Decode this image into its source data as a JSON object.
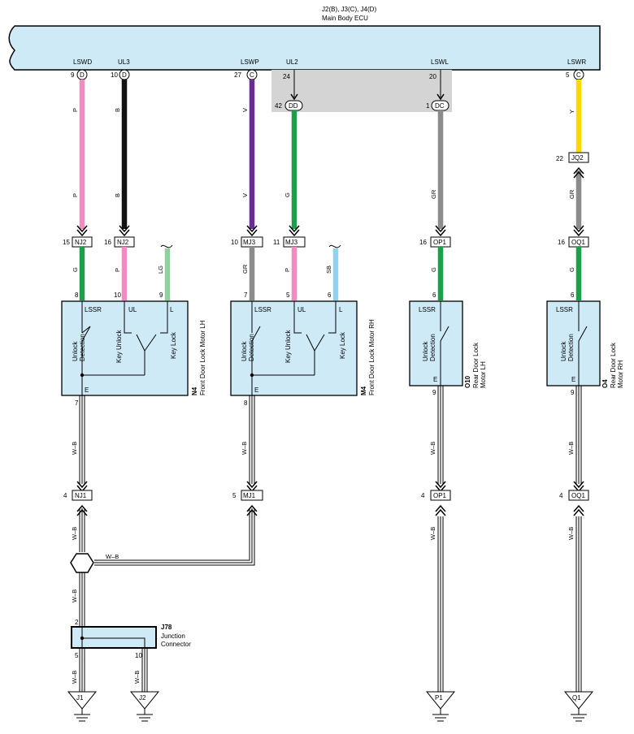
{
  "ecu": {
    "title_line1": "J2(B), J3(C), J4(D)",
    "title_line2": "Main Body ECU",
    "terminals": [
      {
        "name": "LSWD",
        "pin": "9",
        "conn": "D"
      },
      {
        "name": "UL3",
        "pin": "10",
        "conn": "D"
      },
      {
        "name": "LSWP",
        "pin": "27",
        "conn": "C"
      },
      {
        "name": "UL2",
        "pin": "24",
        "conn": ""
      },
      {
        "name": "LSWL",
        "pin": "20",
        "conn": ""
      },
      {
        "name": "LSWR",
        "pin": "5",
        "conn": "C"
      }
    ],
    "inner_connectors": [
      {
        "pin": "42",
        "conn": "DD"
      },
      {
        "pin": "1",
        "conn": "DC"
      }
    ]
  },
  "wire_colors": {
    "P": "#f08cc0",
    "B": "#111111",
    "V": "#6a2c91",
    "G": "#1aa04a",
    "GR": "#8c8c8c",
    "Y": "#ffd800",
    "LG": "#8fd19e",
    "SB": "#8fd3f0",
    "WB": "#000000"
  },
  "wire_labels": {
    "p": "P",
    "b": "B",
    "v": "V",
    "g": "G",
    "gr": "GR",
    "y": "Y",
    "lg": "LG",
    "sb": "SB",
    "wb": "W–B"
  },
  "jq2": {
    "pin": "22",
    "conn": "JQ2"
  },
  "upper_connectors": [
    {
      "pin": "15",
      "conn": "NJ2"
    },
    {
      "pin": "16",
      "conn": "NJ2"
    },
    {
      "pin": "10",
      "conn": "MJ3"
    },
    {
      "pin": "11",
      "conn": "MJ3"
    },
    {
      "pin": "16",
      "conn": "OP1"
    },
    {
      "pin": "16",
      "conn": "OQ1"
    }
  ],
  "motors": [
    {
      "id": "N4",
      "name": "Front Door Lock Motor LH",
      "pins": [
        "8",
        "10",
        "9",
        "7"
      ]
    },
    {
      "id": "M4",
      "name": "Front Door Lock Motor RH",
      "pins": [
        "7",
        "5",
        "6",
        "8"
      ]
    },
    {
      "id": "O10",
      "name_line1": "Rear Door Lock",
      "name_line2": "Motor LH",
      "pins": [
        "6",
        "9"
      ]
    },
    {
      "id": "O4",
      "name_line1": "Rear Door Lock",
      "name_line2": "Motor RH",
      "pins": [
        "6",
        "9"
      ]
    }
  ],
  "motor_terms": {
    "lssr": "LSSR",
    "ul": "UL",
    "l": "L",
    "e": "E",
    "unlock": "Unlock",
    "detection": "Detection",
    "key_unlock": "Key Unlock",
    "key_lock": "Key Lock"
  },
  "lower_connectors": [
    {
      "pin": "4",
      "conn": "NJ1"
    },
    {
      "pin": "5",
      "conn": "MJ1"
    },
    {
      "pin": "4",
      "conn": "OP1"
    },
    {
      "pin": "4",
      "conn": "OQ1"
    }
  ],
  "junction": {
    "id": "J78",
    "line1": "Junction",
    "line2": "Connector",
    "pins": [
      "2",
      "5",
      "10"
    ]
  },
  "grounds": [
    "J1",
    "J2",
    "P1",
    "Q1"
  ]
}
